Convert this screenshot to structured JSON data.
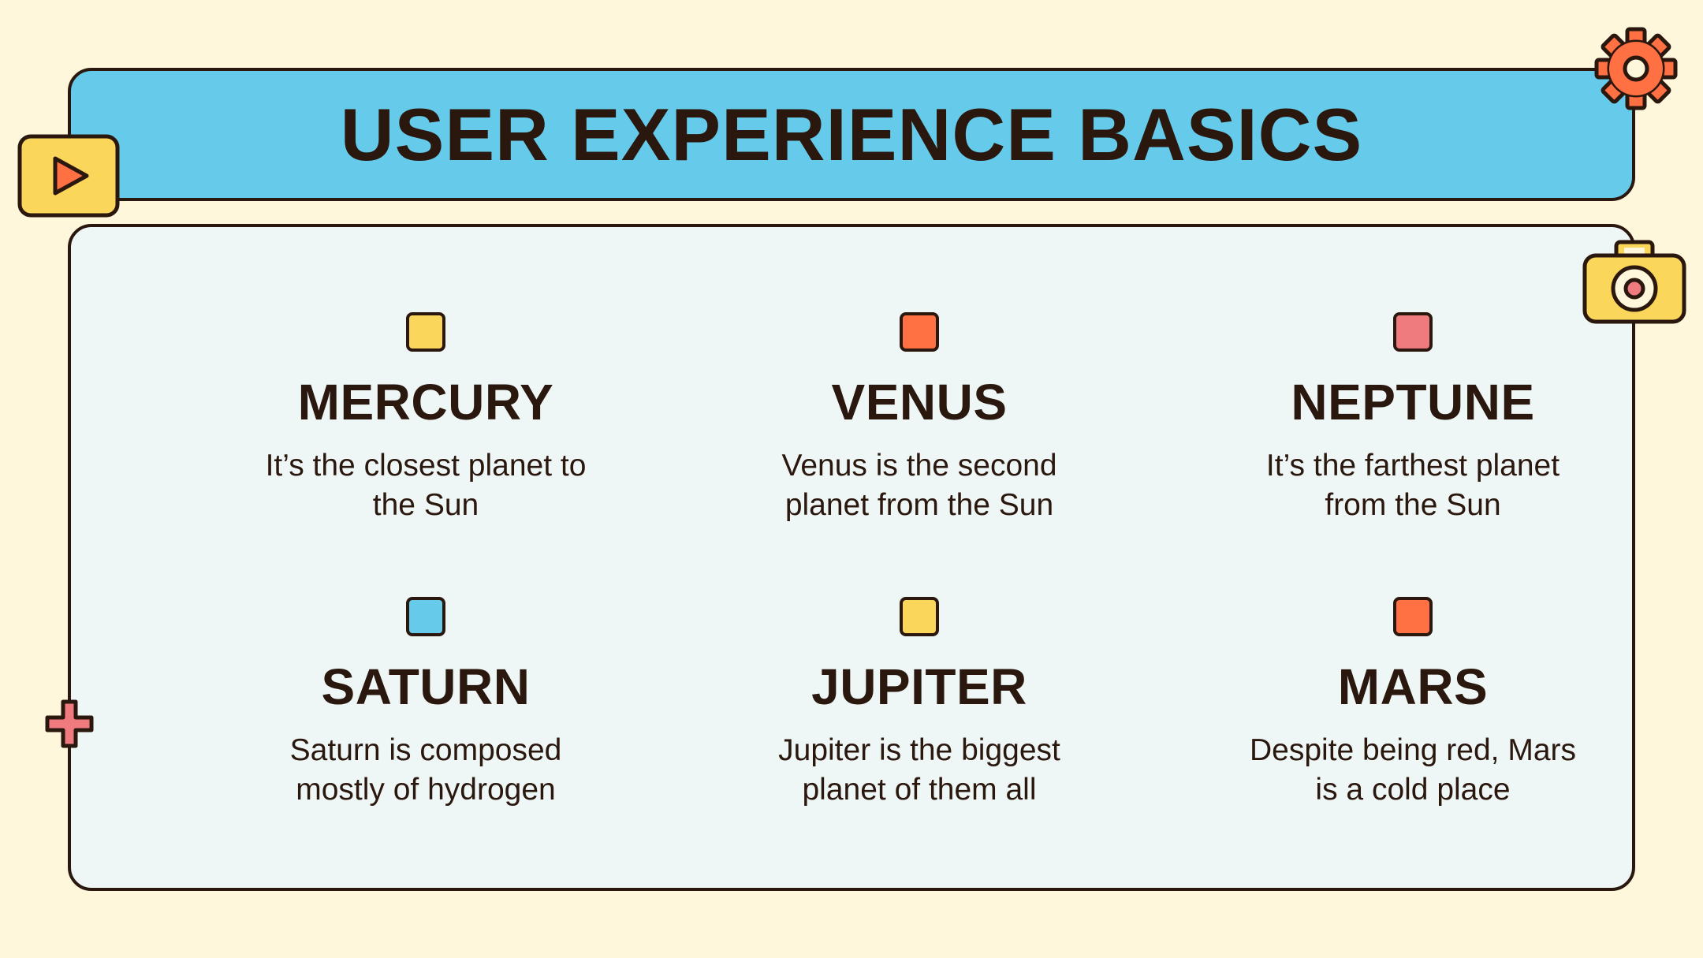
{
  "title": "USER EXPERIENCE BASICS",
  "colors": {
    "background": "#FFF7DC",
    "header": "#66CBEA",
    "panel": "#EEF6F6",
    "outline": "#2A170E",
    "yellow": "#FAD65A",
    "orange": "#FF7043",
    "pink": "#EF7B7E",
    "blue": "#66CBEA"
  },
  "cards": [
    {
      "title": "MERCURY",
      "desc": "It’s the closest planet to\nthe Sun",
      "color": "#FAD65A"
    },
    {
      "title": "VENUS",
      "desc": "Venus is the second\nplanet from the Sun",
      "color": "#FF7043"
    },
    {
      "title": "NEPTUNE",
      "desc": "It’s the farthest planet\nfrom the Sun",
      "color": "#EF7B7E"
    },
    {
      "title": "SATURN",
      "desc": "Saturn is composed\nmostly of hydrogen",
      "color": "#66CBEA"
    },
    {
      "title": "JUPITER",
      "desc": "Jupiter is the biggest\nplanet of them all",
      "color": "#FAD65A"
    },
    {
      "title": "MARS",
      "desc": "Despite being red, Mars\nis a cold place",
      "color": "#FF7043"
    }
  ],
  "icons": [
    "play-icon",
    "gear-icon",
    "camera-icon",
    "plus-icon"
  ]
}
